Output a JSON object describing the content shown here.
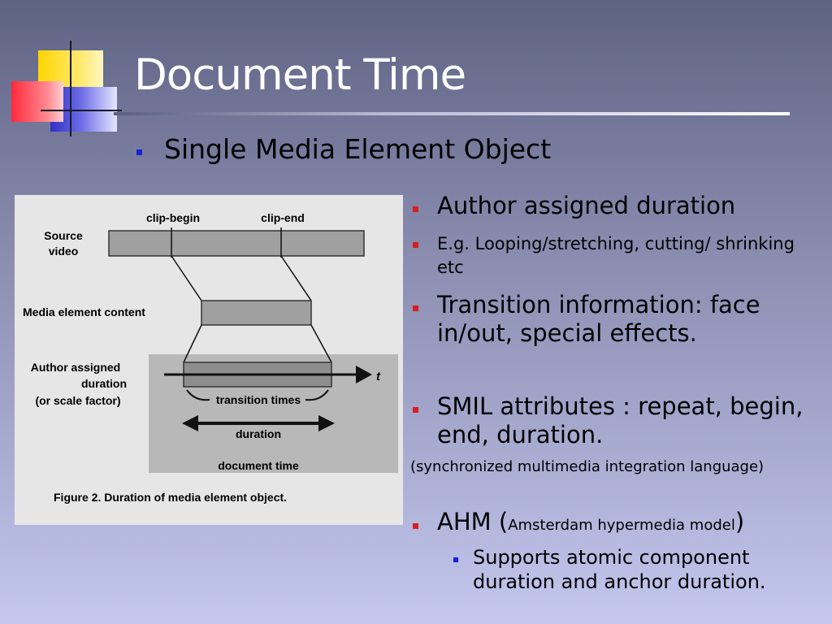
{
  "slide": {
    "title": "Document Time",
    "level1_bullet": "Single Media Element Object"
  },
  "figure": {
    "label_clip_begin": "clip-begin",
    "label_clip_end": "clip-end",
    "label_source": "Source",
    "label_video": "video",
    "label_media_content": "Media element content",
    "label_author_assigned": "Author assigned",
    "label_duration_word": "duration",
    "label_scale_factor": "(or scale factor)",
    "label_t": "t",
    "label_transition_times": "transition times",
    "label_duration_arrow": "duration",
    "label_document_time": "document time",
    "caption": "Figure 2. Duration of media element object."
  },
  "right": {
    "item1": "Author assigned duration",
    "item2": "E.g. Looping/stretching, cutting/ shrinking etc",
    "item3": "Transition information: face in/out, special effects.",
    "item4": "SMIL attributes : repeat, begin, end, duration.",
    "item4_note": "(synchronized multimedia integration language)",
    "item5_prefix": "AHM (",
    "item5_small": "Amsterdam hypermedia model",
    "item5_suffix": ")",
    "item5_sub": "Supports atomic component duration and anchor duration."
  },
  "colors": {
    "title": "#ffffff",
    "bullet_level1": "#1e1ed8",
    "bullet_right": "#d81e1e"
  }
}
